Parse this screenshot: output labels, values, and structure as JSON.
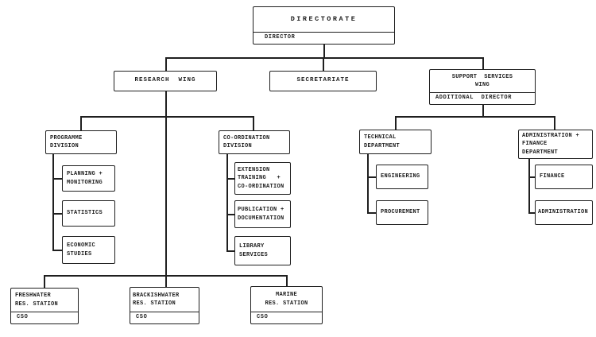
{
  "org_chart": {
    "colors": {
      "line": "#1f1f1f",
      "text": "#1f1f1f",
      "background": "#ffffff"
    },
    "nodes": {
      "directorate": {
        "label": "DIRECTORATE",
        "sub_label": "DIRECTOR"
      },
      "research_wing": {
        "label": "RESEARCH  WING"
      },
      "secretariate": {
        "label": "SECRETARIATE"
      },
      "support_services_wing": {
        "label": "SUPPORT  SERVICES\nWING",
        "sub_label": "ADDITIONAL  DIRECTOR"
      },
      "programme_division": {
        "label": "PROGRAMME\nDIVISION"
      },
      "planning_monitoring": {
        "label": "PLANNING +\nMONITORING"
      },
      "statistics": {
        "label": "STATISTICS"
      },
      "economic_studies": {
        "label": "ECONOMIC\nSTUDIES"
      },
      "coordination_division": {
        "label": "CO-ORDINATION\nDIVISION"
      },
      "extension_training_coordination": {
        "label": "EXTENSION\nTRAINING   +\nCO-ORDINATION"
      },
      "publication_documentation": {
        "label": "PUBLICATION +\nDOCUMENTATION"
      },
      "library_services": {
        "label": "LIBRARY\nSERVICES"
      },
      "technical_department": {
        "label": "TECHNICAL\nDEPARTMENT"
      },
      "engineering": {
        "label": "ENGINEERING"
      },
      "procurement": {
        "label": "PROCUREMENT"
      },
      "admin_finance_department": {
        "label": "ADMINISTRATION +\nFINANCE\nDEPARTMENT"
      },
      "finance": {
        "label": "FINANCE"
      },
      "administration": {
        "label": "ADMINISTRATION"
      },
      "freshwater_station": {
        "label": "FRESHWATER\nRES. STATION",
        "sub_label": "CSO"
      },
      "brackishwater_station": {
        "label": "BRACKISHWATER\nRES. STATION",
        "sub_label": "CSO"
      },
      "marine_station": {
        "label": "MARINE\nRES. STATION",
        "sub_label": "CSO"
      }
    },
    "edges": [
      [
        "directorate",
        "research_wing"
      ],
      [
        "directorate",
        "secretariate"
      ],
      [
        "directorate",
        "support_services_wing"
      ],
      [
        "research_wing",
        "programme_division"
      ],
      [
        "research_wing",
        "coordination_division"
      ],
      [
        "research_wing",
        "freshwater_station"
      ],
      [
        "research_wing",
        "brackishwater_station"
      ],
      [
        "research_wing",
        "marine_station"
      ],
      [
        "programme_division",
        "planning_monitoring"
      ],
      [
        "programme_division",
        "statistics"
      ],
      [
        "programme_division",
        "economic_studies"
      ],
      [
        "coordination_division",
        "extension_training_coordination"
      ],
      [
        "coordination_division",
        "publication_documentation"
      ],
      [
        "coordination_division",
        "library_services"
      ],
      [
        "support_services_wing",
        "technical_department"
      ],
      [
        "support_services_wing",
        "admin_finance_department"
      ],
      [
        "technical_department",
        "engineering"
      ],
      [
        "technical_department",
        "procurement"
      ],
      [
        "admin_finance_department",
        "finance"
      ],
      [
        "admin_finance_department",
        "administration"
      ]
    ]
  }
}
